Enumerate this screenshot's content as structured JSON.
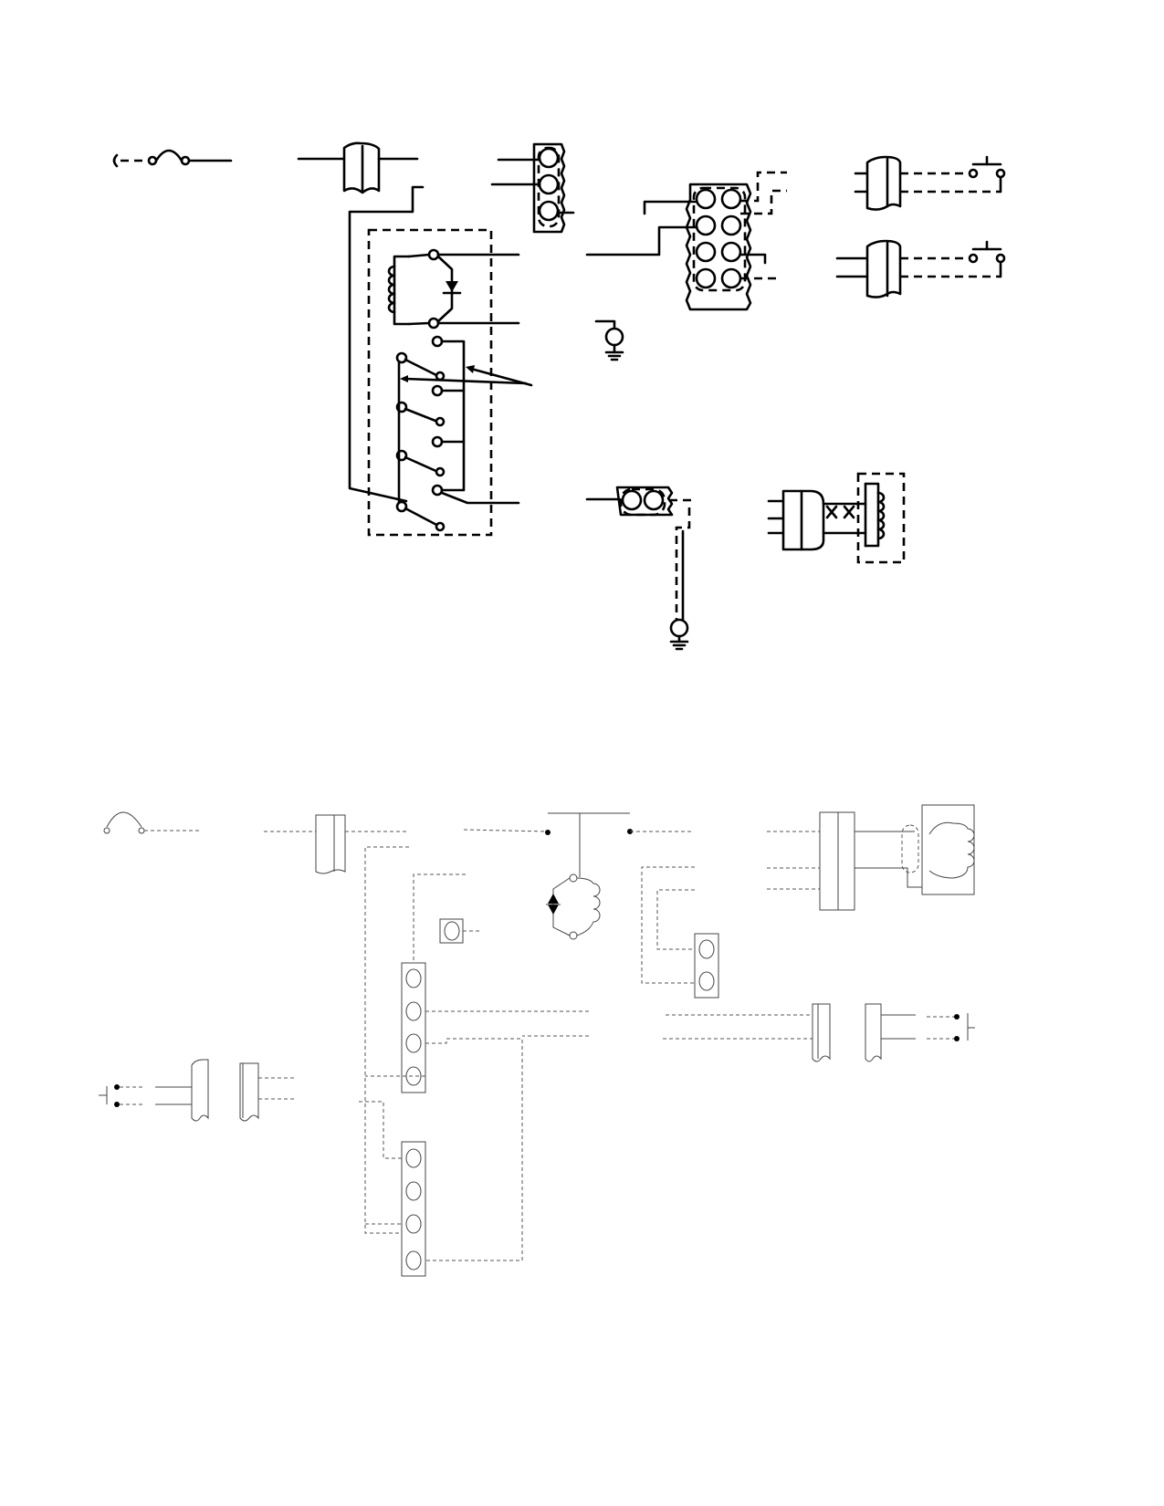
{
  "diagram": {
    "ink_color": "#000000",
    "background_color": "#ffffff",
    "upper_schematic": {
      "components": [
        "fuse-symbol",
        "harness-connector",
        "terminal-strip-3",
        "relay-with-coil-and-diode",
        "connector-block-8",
        "switch-connector-pair",
        "ground-symbol",
        "splice-connector",
        "solenoid-connector"
      ]
    },
    "lower_schematic": {
      "components": [
        "fuse-symbol",
        "harness-connector",
        "relay-with-coil-and-diode",
        "connector-block-4a",
        "connector-block-4b",
        "connector-block-2",
        "solenoid-connector",
        "switch-connector-pair"
      ]
    }
  }
}
